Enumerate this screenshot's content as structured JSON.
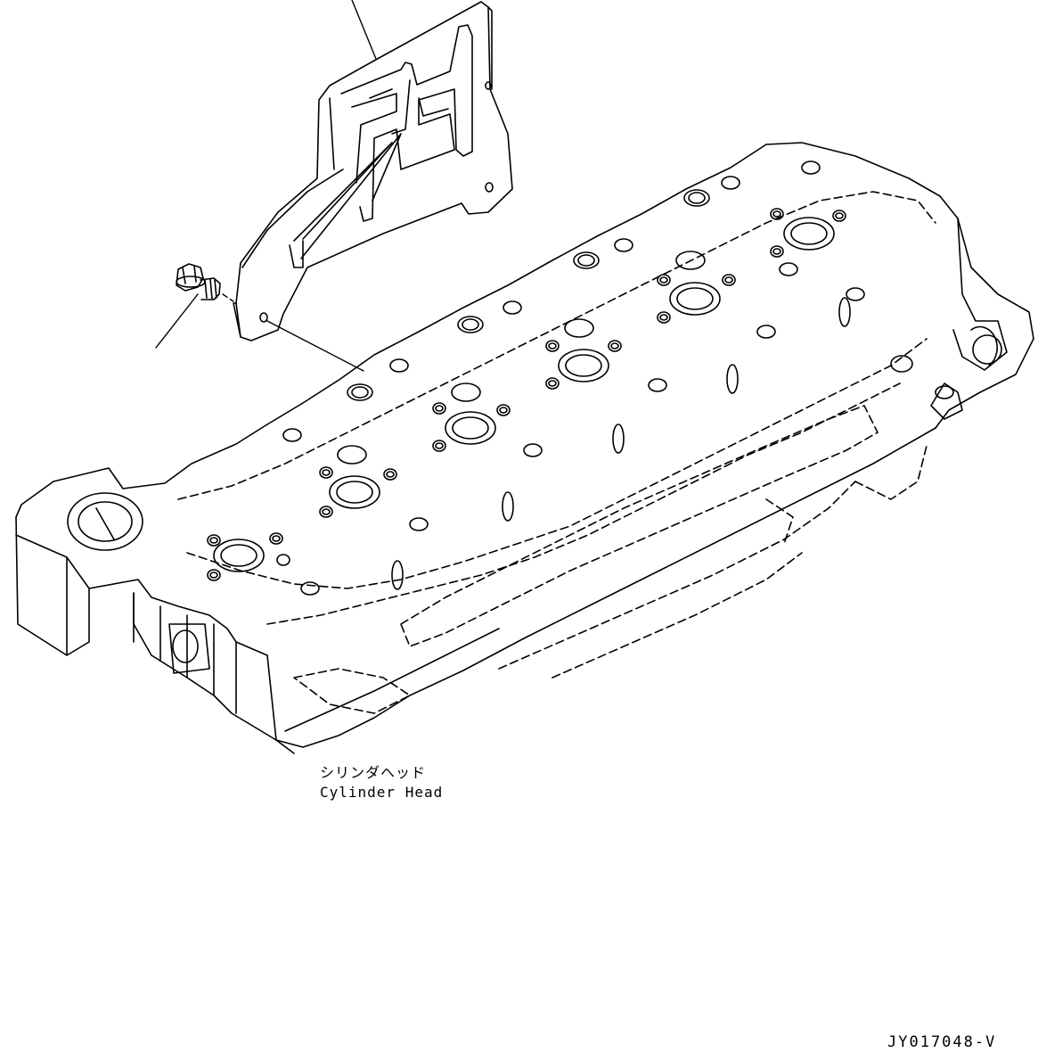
{
  "diagram": {
    "part_label_jp": "シリンダヘッド",
    "part_label_en": "Cylinder Head",
    "drawing_code": "JY017048-V",
    "line_color": "#000000",
    "background_color": "#ffffff"
  }
}
